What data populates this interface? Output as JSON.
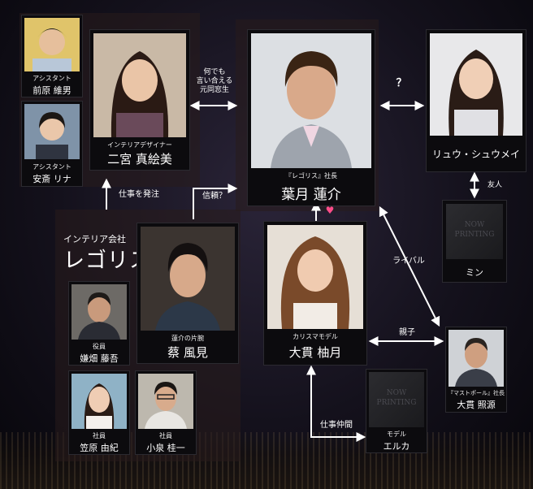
{
  "company": {
    "label": "インテリア会社",
    "name": "レゴリス"
  },
  "people": {
    "maehara": {
      "role": "アシスタント",
      "name": "前原 維男"
    },
    "anzai": {
      "role": "アシスタント",
      "name": "安斎 リナ"
    },
    "ninomiya": {
      "role": "インテリアデザイナー",
      "name": "二宮 真絵美"
    },
    "hazuki": {
      "role": "『レゴリス』社長",
      "name": "葉月 蓮介"
    },
    "ryu": {
      "role": "",
      "name": "リュウ・シュウメイ"
    },
    "min": {
      "role": "",
      "name": "ミン",
      "placeholder": "NOW PRINTING"
    },
    "sai": {
      "role": "蓮介の片腕",
      "name": "蔡 風見"
    },
    "ohnuki_yuzuki": {
      "role": "カリスマモデル",
      "name": "大貫 柚月"
    },
    "ohnuki_shogen": {
      "role": "『マストポール』社長",
      "name": "大貫 照源"
    },
    "kanehata": {
      "role": "役員",
      "name": "嫌畑 藤吾"
    },
    "kasahara": {
      "role": "社員",
      "name": "笠原 由紀"
    },
    "koizumi": {
      "role": "社員",
      "name": "小泉 桂一"
    },
    "erika": {
      "role": "モデル",
      "name": "エルカ",
      "placeholder": "NOW PRINTING"
    }
  },
  "connections": {
    "ninomiya_hazuki": "何でも\n言い合える\n元同窓生",
    "hazuki_ryu": "？",
    "ryu_min": "友人",
    "order": "仕事を発注",
    "trust": "信頼？",
    "rival": "ライバル",
    "parent": "親子",
    "work": "仕事仲間",
    "heart": "♥"
  },
  "colors": {
    "heart": "#ff4d8a",
    "panel": "#3a2626",
    "card": "#0c0b0e"
  },
  "icons": [
    "heart-icon",
    "arrow-icon"
  ]
}
